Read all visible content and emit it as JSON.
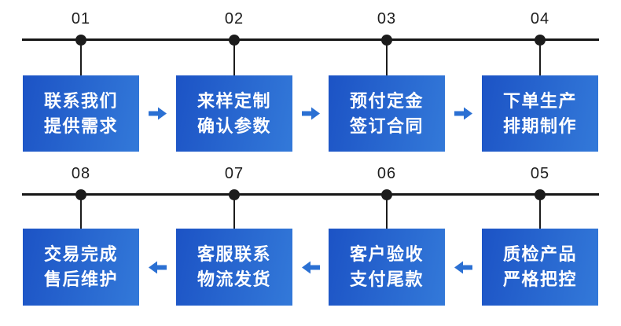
{
  "diagram_title": "order-process-flow",
  "colors": {
    "background": "#ffffff",
    "timeline": "#1c1c1c",
    "step_number_text": "#1d1d1d",
    "box_gradient_start": "#1c53c5",
    "box_gradient_end": "#3379d9",
    "box_text": "#ffffff",
    "arrow": "#2b70d3"
  },
  "rows": [
    {
      "direction": "right",
      "steps": [
        {
          "number": "01",
          "line1": "联系我们",
          "line2": "提供需求"
        },
        {
          "number": "02",
          "line1": "来样定制",
          "line2": "确认参数"
        },
        {
          "number": "03",
          "line1": "预付定金",
          "line2": "签订合同"
        },
        {
          "number": "04",
          "line1": "下单生产",
          "line2": "排期制作"
        }
      ]
    },
    {
      "direction": "left",
      "steps": [
        {
          "number": "08",
          "line1": "交易完成",
          "line2": "售后维护"
        },
        {
          "number": "07",
          "line1": "客服联系",
          "line2": "物流发货"
        },
        {
          "number": "06",
          "line1": "客户验收",
          "line2": "支付尾款"
        },
        {
          "number": "05",
          "line1": "质检产品",
          "line2": "严格把控"
        }
      ]
    }
  ]
}
